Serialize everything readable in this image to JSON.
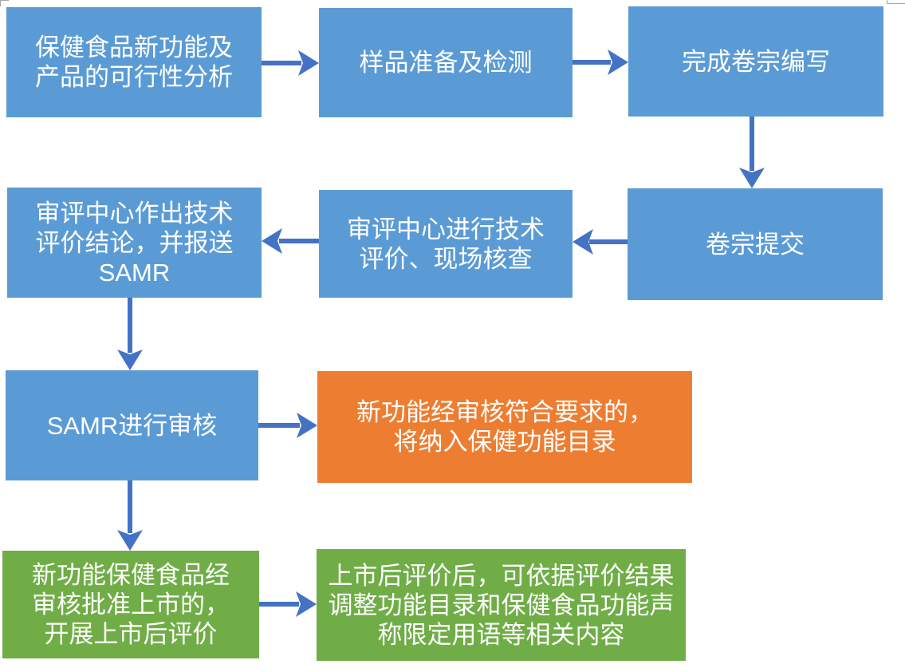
{
  "colors": {
    "process_blue": "#5B9BD5",
    "arrow_blue": "#4472C4",
    "result_orange": "#ED7D31",
    "post_market_green": "#70AD47",
    "text_white": "#FFFFFF",
    "fragment_gray": "#A6A6A6"
  },
  "flowchart": {
    "nodes": [
      {
        "id": "feasibility",
        "type": "blue",
        "text": "保健食品新功能及\n产品的可行性分析"
      },
      {
        "id": "sample-prep",
        "type": "blue",
        "text": "样品准备及检测"
      },
      {
        "id": "dossier-writing",
        "type": "blue",
        "text": "完成卷宗编写"
      },
      {
        "id": "dossier-submission",
        "type": "blue",
        "text": "卷宗提交"
      },
      {
        "id": "technical-evaluation",
        "type": "blue",
        "text": "审评中心进行技术\n评价、现场核查"
      },
      {
        "id": "evaluation-conclusion",
        "type": "blue",
        "text": "审评中心作出技术\n评价结论，并报送\nSAMR"
      },
      {
        "id": "samr-review",
        "type": "blue",
        "text": "SAMR进行审核"
      },
      {
        "id": "catalog-inclusion",
        "type": "orange",
        "text": "新功能经审核符合要求的，\n将纳入保健功能目录"
      },
      {
        "id": "post-market-eval",
        "type": "green",
        "text": "新功能保健食品经\n审核批准上市的，\n开展上市后评价"
      },
      {
        "id": "catalog-adjustment",
        "type": "green",
        "text": "上市后评价后，可依据评价结果\n调整功能目录和保健食品功能声\n称限定用语等相关内容"
      }
    ]
  }
}
